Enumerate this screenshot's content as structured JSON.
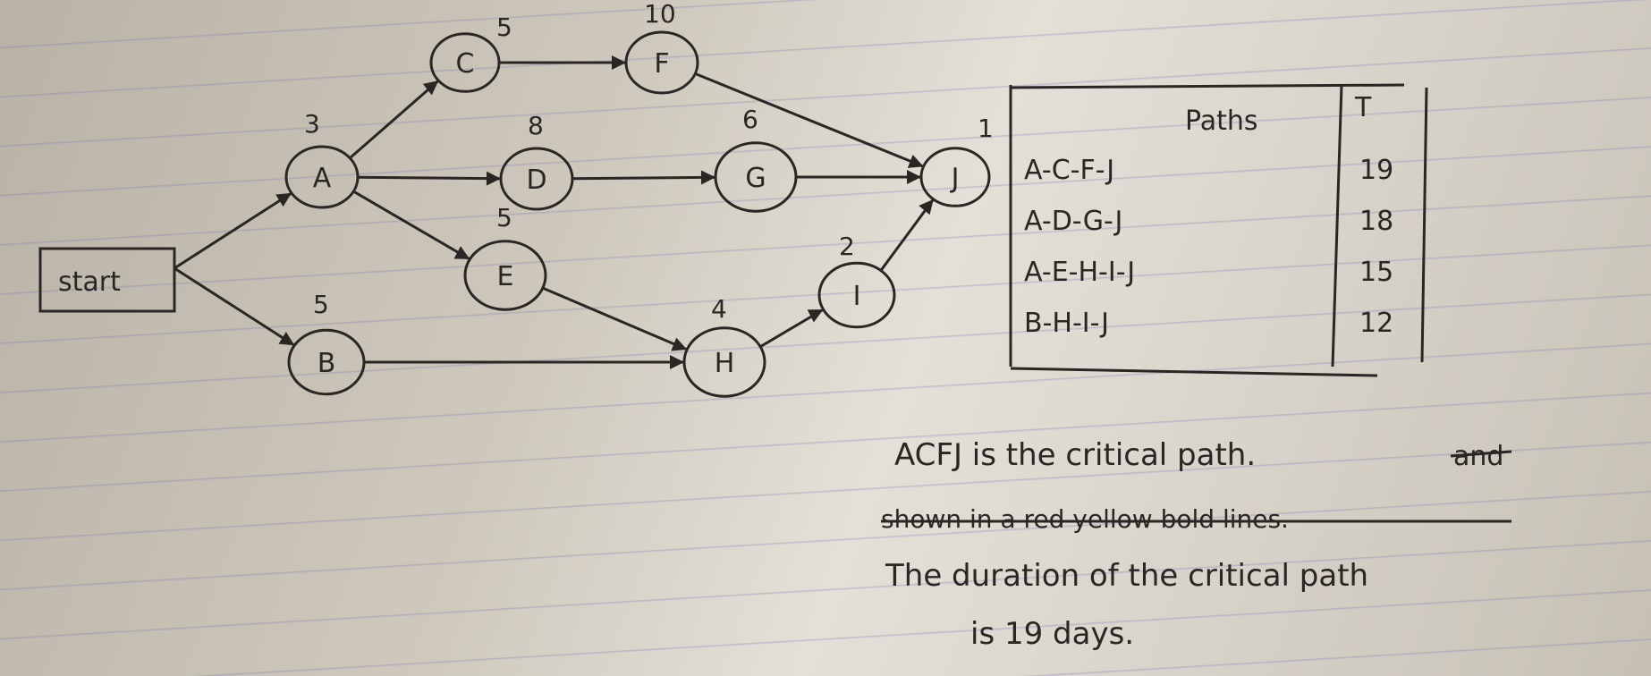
{
  "start_label": "start",
  "nodes": [
    {
      "id": "A",
      "label": "A",
      "duration": "3"
    },
    {
      "id": "B",
      "label": "B",
      "duration": "5"
    },
    {
      "id": "C",
      "label": "C",
      "duration": "5"
    },
    {
      "id": "D",
      "label": "D",
      "duration": "8"
    },
    {
      "id": "E",
      "label": "E",
      "duration": "5"
    },
    {
      "id": "F",
      "label": "F",
      "duration": "10"
    },
    {
      "id": "G",
      "label": "G",
      "duration": "6"
    },
    {
      "id": "H",
      "label": "H",
      "duration": "4"
    },
    {
      "id": "I",
      "label": "I",
      "duration": "2"
    },
    {
      "id": "J",
      "label": "J",
      "duration": "1"
    }
  ],
  "edges": [
    [
      "start",
      "A"
    ],
    [
      "start",
      "B"
    ],
    [
      "A",
      "C"
    ],
    [
      "A",
      "D"
    ],
    [
      "A",
      "E"
    ],
    [
      "C",
      "F"
    ],
    [
      "D",
      "G"
    ],
    [
      "E",
      "H"
    ],
    [
      "B",
      "H"
    ],
    [
      "F",
      "J"
    ],
    [
      "G",
      "J"
    ],
    [
      "H",
      "I"
    ],
    [
      "I",
      "J"
    ]
  ],
  "table": {
    "header_paths": "Paths",
    "header_t": "T",
    "rows": [
      {
        "path": "A-C-F-J",
        "t": "19"
      },
      {
        "path": "A-D-G-J",
        "t": "18"
      },
      {
        "path": "A-E-H-I-J",
        "t": "15"
      },
      {
        "path": "B-H-I-J",
        "t": "12"
      }
    ]
  },
  "notes": {
    "line1": "ACFJ is the critical path.",
    "line1_struck": "and",
    "line2_struck": "shown in a red yellow bold lines.",
    "line3": "The duration of the critical path",
    "line4": "is 19 days."
  }
}
